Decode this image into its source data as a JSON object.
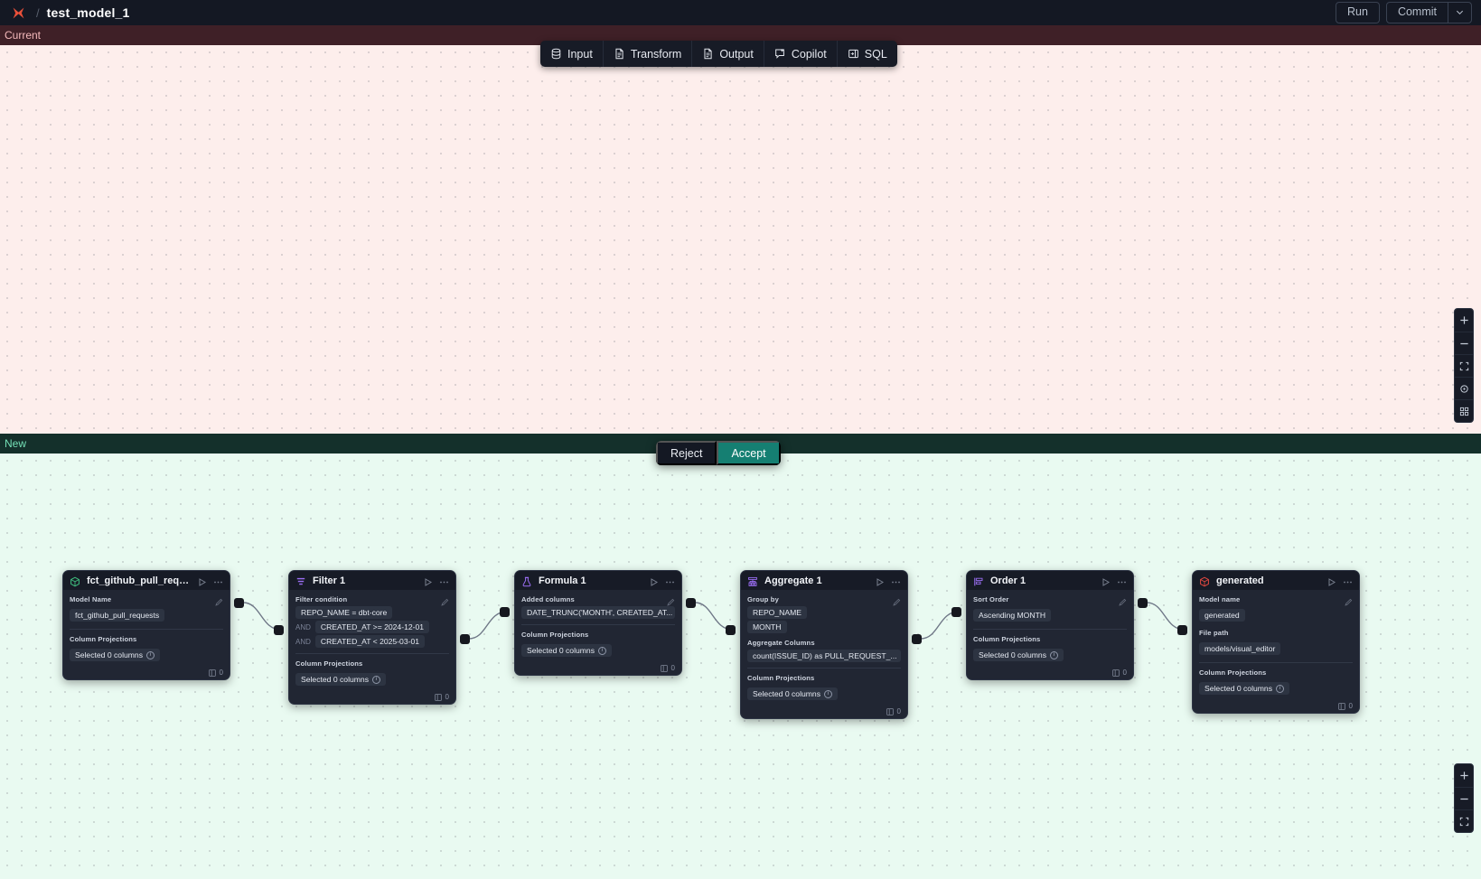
{
  "app": {
    "logo": "x-logo-icon",
    "breadcrumb_separator": "/",
    "title": "test_model_1"
  },
  "topbar": {
    "run_label": "Run",
    "commit_label": "Commit",
    "commit_caret": "⌄"
  },
  "node_toolbar": {
    "items": [
      {
        "label": "Input",
        "icon": "database-icon"
      },
      {
        "label": "Transform",
        "icon": "document-icon"
      },
      {
        "label": "Output",
        "icon": "document-out-icon"
      },
      {
        "label": "Copilot",
        "icon": "sparkle-chat-icon"
      },
      {
        "label": "SQL",
        "icon": "panel-right-icon"
      }
    ]
  },
  "panels": {
    "current": {
      "band_label": "Current",
      "band_bg": "#3f2027",
      "canvas_bg": "#fdeeec"
    },
    "new": {
      "band_label": "New",
      "band_bg": "#14302b",
      "canvas_bg": "#e9faf1"
    }
  },
  "decision": {
    "reject_label": "Reject",
    "accept_label": "Accept",
    "accent": "#157f72"
  },
  "zoom_controls": {
    "current": [
      {
        "name": "zoom-in-icon",
        "glyph": "+"
      },
      {
        "name": "zoom-out-icon",
        "glyph": "−"
      },
      {
        "name": "fit-view-icon",
        "glyph": "⛶"
      },
      {
        "name": "center-icon",
        "glyph": "◎"
      },
      {
        "name": "grid-icon",
        "glyph": "⌗"
      }
    ],
    "new": [
      {
        "name": "zoom-in-icon",
        "glyph": "+"
      },
      {
        "name": "zoom-out-icon",
        "glyph": "−"
      },
      {
        "name": "fit-view-icon",
        "glyph": "⛶"
      }
    ]
  },
  "graph": {
    "nodes": [
      {
        "id": "source",
        "icon": "cube-green-icon",
        "title": "fct_github_pull_requests",
        "sections": [
          {
            "label": "Model Name",
            "editable": true,
            "pills": [
              {
                "text": "fct_github_pull_requests"
              }
            ]
          },
          {
            "label": "Column Projections",
            "editable": false,
            "pills": [
              {
                "text": "Selected 0 columns",
                "info": true
              }
            ]
          }
        ],
        "footer_count": "0"
      },
      {
        "id": "filter",
        "icon": "filter-purple-icon",
        "title": "Filter 1",
        "sections": [
          {
            "label": "Filter condition",
            "editable": true,
            "conditions": [
              {
                "prefix": "",
                "text": "REPO_NAME = dbt-core"
              },
              {
                "prefix": "AND",
                "text": "CREATED_AT >= 2024-12-01"
              },
              {
                "prefix": "AND",
                "text": "CREATED_AT < 2025-03-01"
              }
            ]
          },
          {
            "label": "Column Projections",
            "editable": false,
            "pills": [
              {
                "text": "Selected 0 columns",
                "info": true
              }
            ]
          }
        ],
        "footer_count": "0"
      },
      {
        "id": "formula",
        "icon": "flask-purple-icon",
        "title": "Formula 1",
        "sections": [
          {
            "label": "Added columns",
            "editable": true,
            "pills": [
              {
                "text": "DATE_TRUNC('MONTH', CREATED_AT..."
              }
            ]
          },
          {
            "label": "Column Projections",
            "editable": false,
            "pills": [
              {
                "text": "Selected 0 columns",
                "info": true
              }
            ]
          }
        ],
        "footer_count": "0"
      },
      {
        "id": "aggregate",
        "icon": "aggregate-purple-icon",
        "title": "Aggregate 1",
        "sections": [
          {
            "label": "Group by",
            "editable": true,
            "pills": [
              {
                "text": "REPO_NAME"
              },
              {
                "text": "MONTH"
              }
            ]
          },
          {
            "label": "Aggregate Columns",
            "editable": false,
            "pills": [
              {
                "text": "count(ISSUE_ID) as PULL_REQUEST_..."
              }
            ]
          },
          {
            "label": "Column Projections",
            "editable": false,
            "pills": [
              {
                "text": "Selected 0 columns",
                "info": true
              }
            ]
          }
        ],
        "footer_count": "0"
      },
      {
        "id": "order",
        "icon": "order-purple-icon",
        "title": "Order 1",
        "sections": [
          {
            "label": "Sort Order",
            "editable": true,
            "pills": [
              {
                "text": "Ascending MONTH"
              }
            ]
          },
          {
            "label": "Column Projections",
            "editable": false,
            "pills": [
              {
                "text": "Selected 0 columns",
                "info": true
              }
            ]
          }
        ],
        "footer_count": "0"
      },
      {
        "id": "generated",
        "icon": "cube-red-icon",
        "title": "generated",
        "sections": [
          {
            "label": "Model name",
            "editable": true,
            "pills": [
              {
                "text": "generated"
              }
            ]
          },
          {
            "label": "File path",
            "editable": false,
            "pills": [
              {
                "text": "models/visual_editor"
              }
            ]
          },
          {
            "label": "Column Projections",
            "editable": false,
            "pills": [
              {
                "text": "Selected 0 columns",
                "info": true
              }
            ]
          }
        ],
        "footer_count": "0"
      }
    ]
  }
}
